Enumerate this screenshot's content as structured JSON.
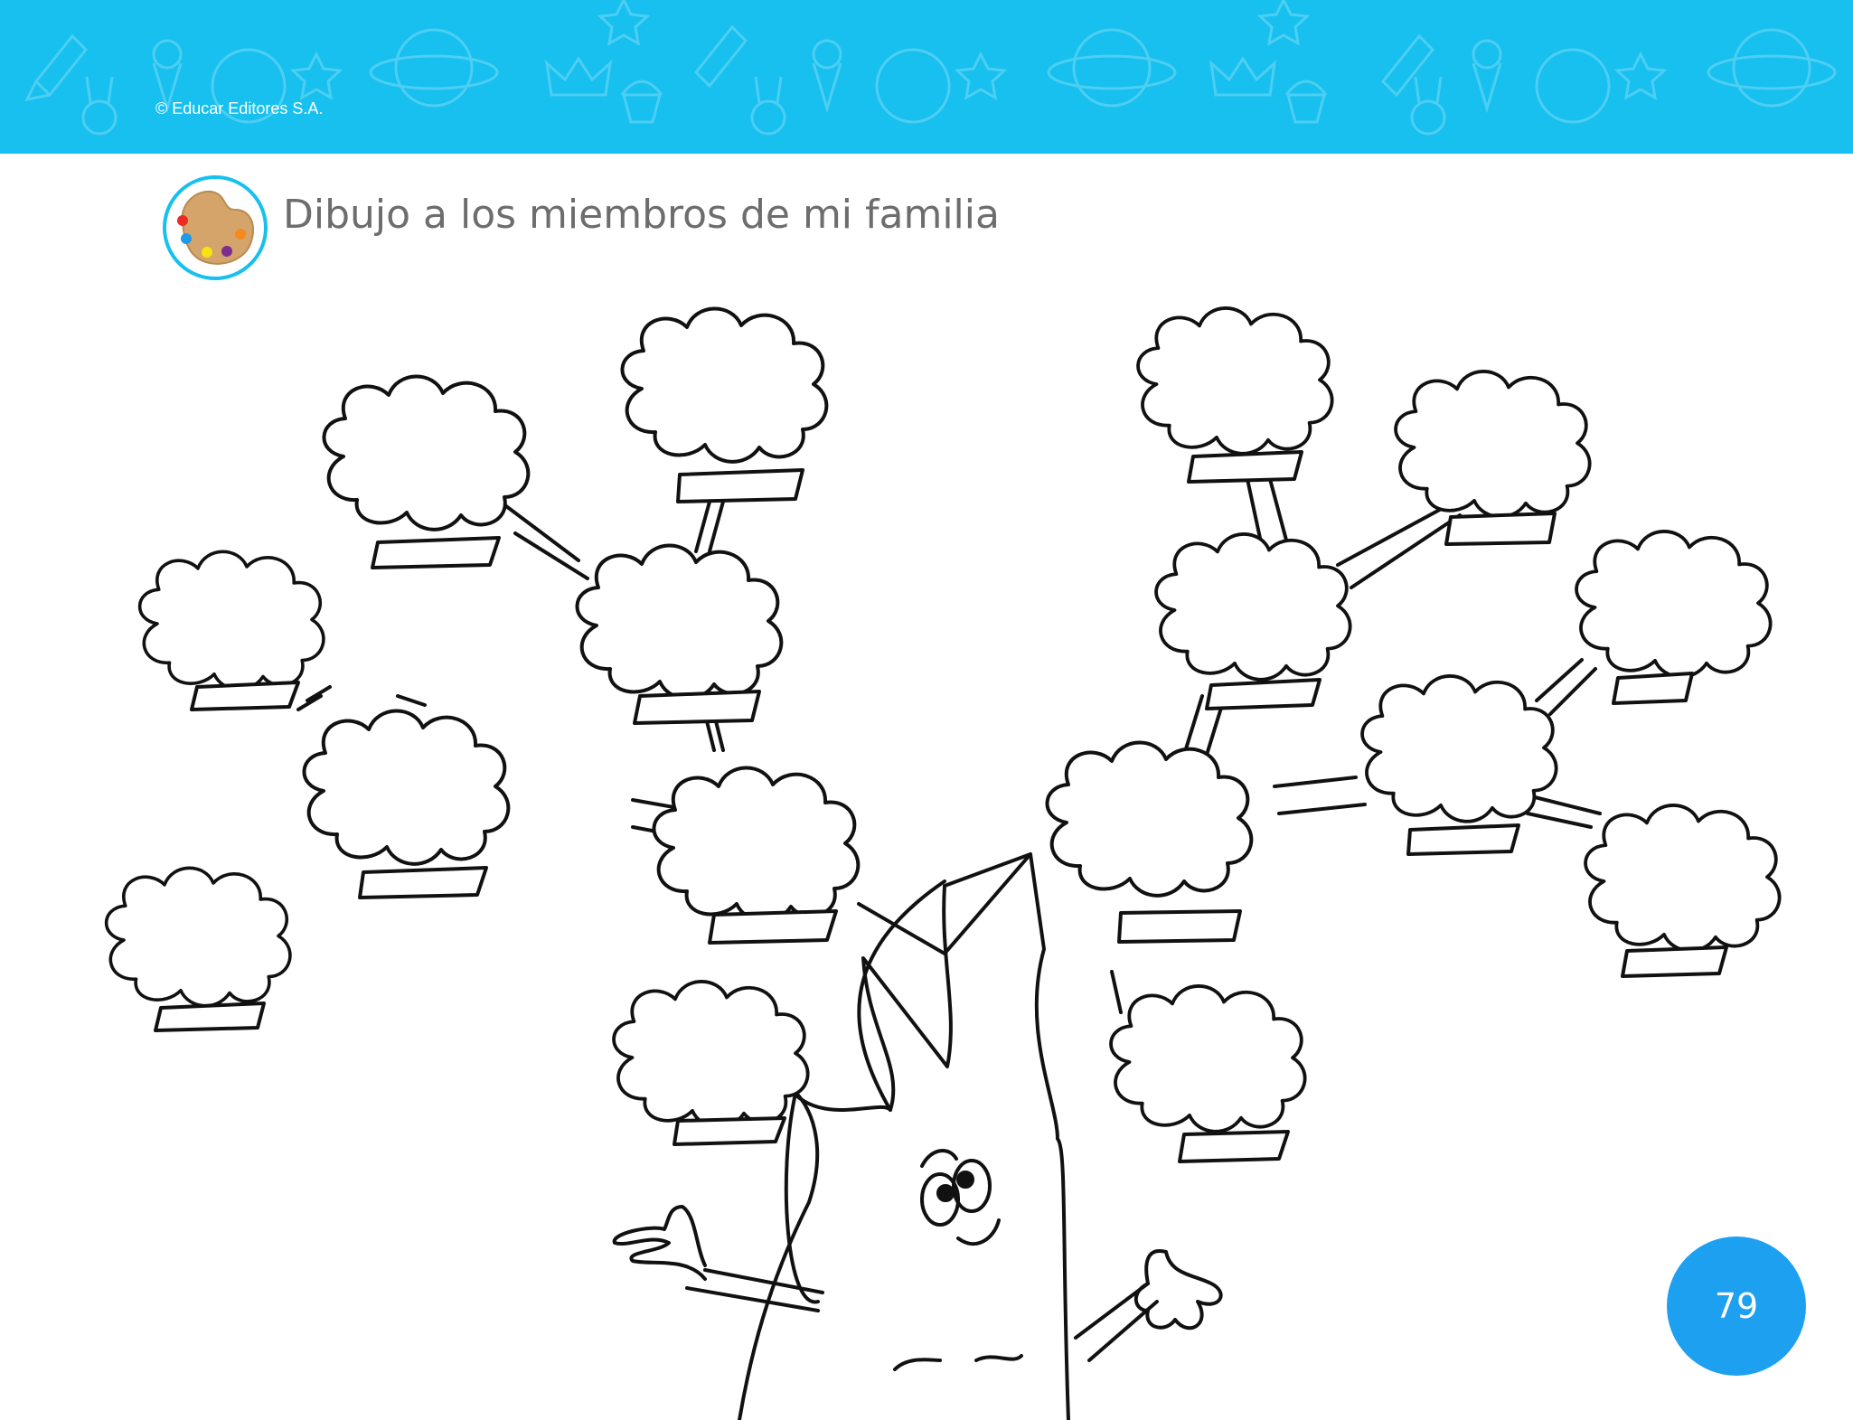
{
  "header": {
    "copyright": "© Educar Editores S.A.",
    "band_color": "#17c0ee",
    "doodle_icons": [
      "rocket-icon",
      "ice-cream-icon",
      "planet-icon",
      "star-icon",
      "crown-icon",
      "cupcake-icon",
      "bunny-icon",
      "globe-icon"
    ]
  },
  "activity": {
    "icon": "paint-palette-icon",
    "title": "Dibujo a los miembros de mi familia"
  },
  "illustration": {
    "subject": "family-tree-icon",
    "crowns": 16,
    "name_plates": 16
  },
  "footer": {
    "page_number": "79",
    "badge_color": "#1ea0f0"
  }
}
